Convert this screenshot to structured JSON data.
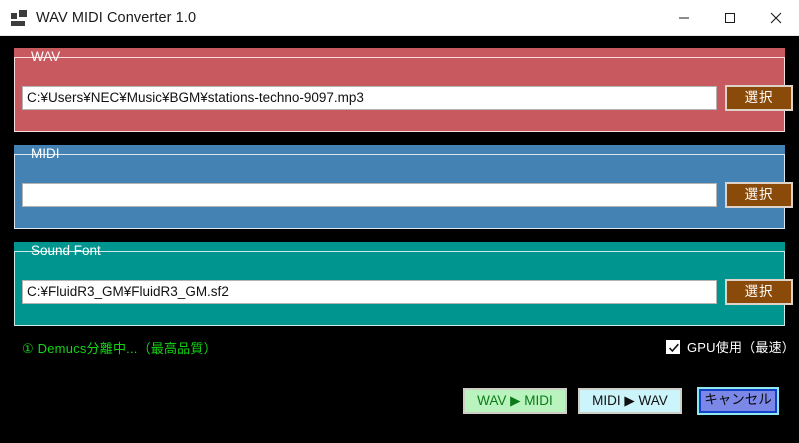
{
  "window": {
    "title": "WAV MIDI Converter 1.0",
    "icon": "app-squares-icon",
    "controls": {
      "minimize": "minimize-icon",
      "maximize": "maximize-icon",
      "close": "close-icon"
    }
  },
  "groups": [
    {
      "key": "wav",
      "label": "WAV",
      "color": "#c8595f",
      "path_value": "C:¥Users¥NEC¥Music¥BGM¥stations-techno-9097.mp3",
      "path_placeholder": "",
      "browse_label": "選択"
    },
    {
      "key": "midi",
      "label": "MIDI",
      "color": "#4582b4",
      "path_value": "",
      "path_placeholder": "",
      "browse_label": "選択"
    },
    {
      "key": "soundfont",
      "label": "Sound Font",
      "color": "#00968f",
      "path_value": "C:¥FluidR3_GM¥FluidR3_GM.sf2",
      "path_placeholder": "",
      "browse_label": "選択"
    }
  ],
  "status": {
    "text": "① Demucs分離中...（最高品質）",
    "color": "#14d414"
  },
  "gpu_option": {
    "label": "GPU使用（最速）",
    "checked": true
  },
  "actions": {
    "wav_to_midi": "WAV ▶ MIDI",
    "midi_to_wav": "MIDI ▶ WAV",
    "cancel": "キャンセル"
  }
}
